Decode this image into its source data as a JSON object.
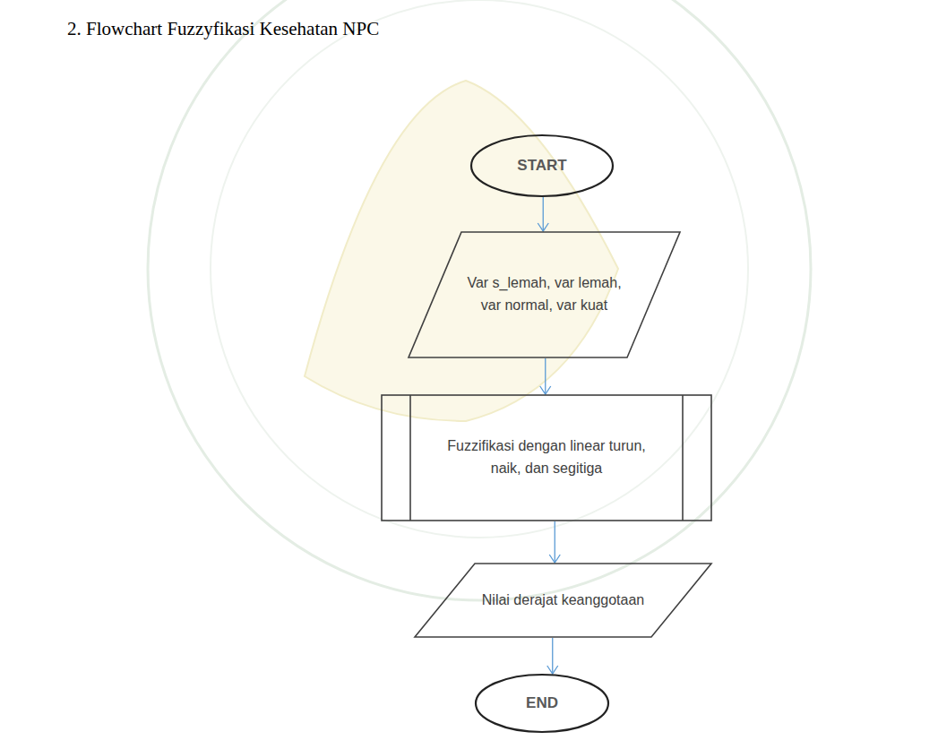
{
  "diagram": {
    "title": "2. Flowchart Fuzzyfikasi Kesehatan NPC",
    "nodes": [
      {
        "text": [
          "START"
        ]
      },
      {
        "text": [
          "Var s_lemah, var lemah, var normal, var kuat"
        ]
      },
      {
        "text": [
          "Fuzzifikasi dengan linear turun, naik, dan segitiga"
        ]
      },
      {
        "text": [
          "Nilai derajat keanggotaan"
        ]
      },
      {
        "text": [
          "END"
        ]
      }
    ],
    "edges": [
      {
        "from": 0,
        "to": 1,
        "arrow": "to"
      },
      {
        "from": 1,
        "to": 2,
        "arrow": "to"
      },
      {
        "from": 2,
        "to": 3,
        "arrow": "to"
      },
      {
        "from": 3,
        "to": 4,
        "arrow": "to"
      }
    ]
  }
}
